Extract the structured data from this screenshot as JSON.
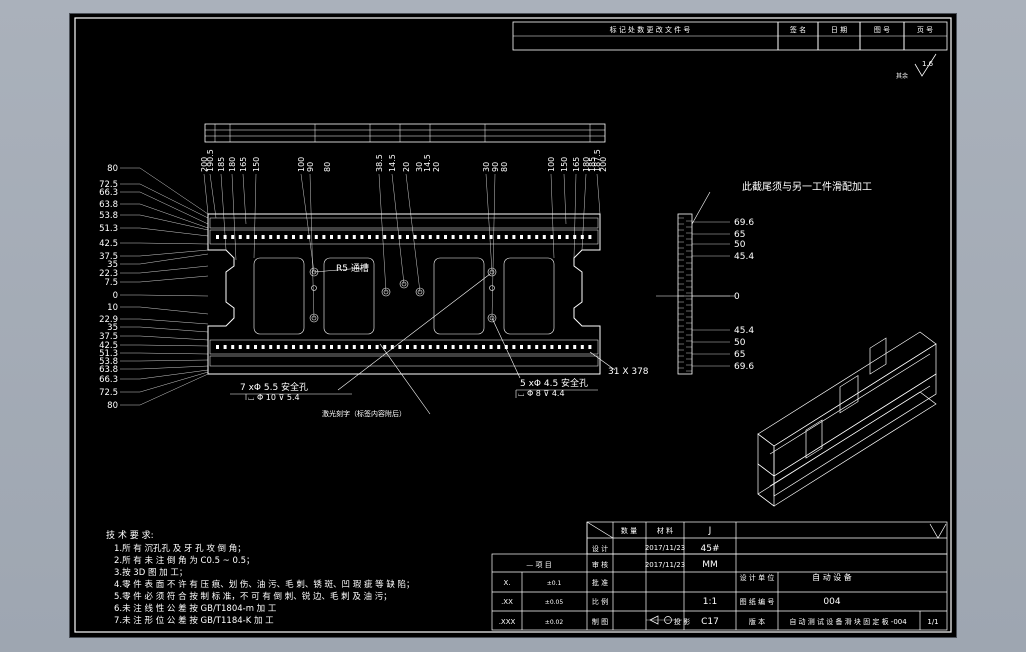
{
  "title_block_top": {
    "col1": "标 记 处 数 更 改 文 件 号",
    "col2": "签 名",
    "col3": "日 期",
    "col4": "图 号",
    "col5": "页 号"
  },
  "roughness": {
    "value": "1.6",
    "label": "其余"
  },
  "left_dims": [
    "80",
    "72.5",
    "66.3",
    "63.8",
    "53.8",
    "51.3",
    "42.5",
    "37.5",
    "35",
    "22.3",
    "7.5",
    "0",
    "10",
    "22.9",
    "35",
    "37.5",
    "42.5",
    "51.3",
    "53.8",
    "63.8",
    "66.3",
    "72.5",
    "80"
  ],
  "top_dims": [
    "200",
    "190.5",
    "185",
    "180",
    "165",
    "150",
    "100",
    "90",
    "80",
    "38.5",
    "14.5",
    "20",
    "30",
    "14.5",
    "20",
    "30",
    "90",
    "80",
    "100",
    "150",
    "165",
    "180",
    "185",
    "187.5",
    "200"
  ],
  "callouts": {
    "r5": "R5 通槽",
    "dim_378": "31 X 378",
    "holes_a": "7 xΦ 5.5 安全孔",
    "holes_a_sub": "⌴ Φ 10 ⊽ 5.4",
    "holes_b": "5 xΦ 4.5 安全孔",
    "holes_b_sub": "⌴ Φ 8 ⊽ 4.4",
    "mark_note": "激光刻字（标签内容附后）",
    "side_note": "此截尾须与另一工件滑配加工"
  },
  "side_dims": [
    "69.6",
    "65",
    "50",
    "45.4",
    "0",
    "45.4",
    "50",
    "65",
    "69.6"
  ],
  "tech_req": {
    "heading": "技 术 要 求:",
    "items": [
      "1.所 有 沉孔孔 及 牙 孔 攻 倒 角；",
      "2.所 有 未 注 倒 角 为 C0.5 ~ 0.5；",
      "3.按 3D 图 加 工；",
      "4.零 件 表 面 不 许 有 压 痕、划 伤、油 污、毛 刺、锈 斑、凹 瑕 疵 等 缺 陷；",
      "5.零 件 必 须 符 合 按 制 标 准，不 可 有 倒 刺、锐 边、毛 刺 及 油 污；",
      "6.未 注 线 性 公 差 按 GB/T1804-m 加 工",
      "7.未 注 形 位 公 差 按 GB/T1184-K 加 工"
    ]
  },
  "title_block": {
    "r1": [
      "数 量",
      "材 料",
      "J"
    ],
    "sheet": "1",
    "designer_label": "设 计",
    "design_date": "2017/11/23",
    "material": "45#",
    "units": "MM",
    "company_label": "设 计 单 位",
    "company": "自 动 设 备",
    "check_label": "审 核",
    "check_date": "2017/11/23",
    "project_label": "— 项 目",
    "approve_label": "批 准",
    "scale_label": "比 例",
    "scale": "1:1",
    "drawing_no_label": "图 纸 编 号",
    "drawing_no": "004",
    "row_x": "X.",
    "row_x_val": "±0.1",
    "row_xx": ".XX",
    "row_xx_val": "±0.05",
    "row_xxx": ".XXX",
    "row_xxx_val": "±0.02",
    "draw_label": "制 图",
    "version_label": "版 本",
    "version": "C17",
    "proj_label": "投 影",
    "part_name": "自 动 测 试 设 备 滑 块 固 定 板 -004",
    "page": "1/1"
  }
}
